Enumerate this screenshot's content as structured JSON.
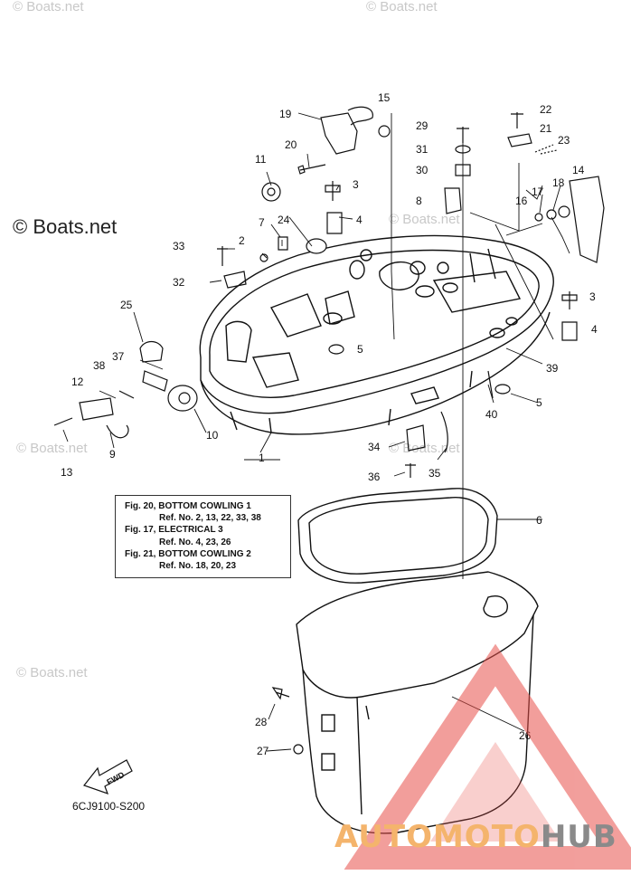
{
  "watermarks": {
    "main": "© Boats.net",
    "faint": "© Boats.net"
  },
  "callouts": [
    {
      "id": "c1",
      "text": "1"
    },
    {
      "id": "c2",
      "text": "2"
    },
    {
      "id": "c3a",
      "text": "3"
    },
    {
      "id": "c3b",
      "text": "3"
    },
    {
      "id": "c4a",
      "text": "4"
    },
    {
      "id": "c4b",
      "text": "4"
    },
    {
      "id": "c5a",
      "text": "5"
    },
    {
      "id": "c5b",
      "text": "5"
    },
    {
      "id": "c6",
      "text": "6"
    },
    {
      "id": "c7",
      "text": "7"
    },
    {
      "id": "c8",
      "text": "8"
    },
    {
      "id": "c9",
      "text": "9"
    },
    {
      "id": "c10",
      "text": "10"
    },
    {
      "id": "c11",
      "text": "11"
    },
    {
      "id": "c12",
      "text": "12"
    },
    {
      "id": "c13",
      "text": "13"
    },
    {
      "id": "c14",
      "text": "14"
    },
    {
      "id": "c15",
      "text": "15"
    },
    {
      "id": "c16",
      "text": "16"
    },
    {
      "id": "c17",
      "text": "17"
    },
    {
      "id": "c18",
      "text": "18"
    },
    {
      "id": "c19",
      "text": "19"
    },
    {
      "id": "c20",
      "text": "20"
    },
    {
      "id": "c21",
      "text": "21"
    },
    {
      "id": "c22",
      "text": "22"
    },
    {
      "id": "c23",
      "text": "23"
    },
    {
      "id": "c24",
      "text": "24"
    },
    {
      "id": "c25",
      "text": "25"
    },
    {
      "id": "c26",
      "text": "26"
    },
    {
      "id": "c27",
      "text": "27"
    },
    {
      "id": "c28",
      "text": "28"
    },
    {
      "id": "c29",
      "text": "29"
    },
    {
      "id": "c30",
      "text": "30"
    },
    {
      "id": "c31",
      "text": "31"
    },
    {
      "id": "c32",
      "text": "32"
    },
    {
      "id": "c33",
      "text": "33"
    },
    {
      "id": "c34",
      "text": "34"
    },
    {
      "id": "c35",
      "text": "35"
    },
    {
      "id": "c36",
      "text": "36"
    },
    {
      "id": "c37",
      "text": "37"
    },
    {
      "id": "c38",
      "text": "38"
    },
    {
      "id": "c39",
      "text": "39"
    },
    {
      "id": "c40",
      "text": "40"
    }
  ],
  "reference_box": {
    "lines": [
      {
        "kind": "fig",
        "text": "Fig. 20, BOTTOM COWLING 1"
      },
      {
        "kind": "ref",
        "text": "Ref. No. 2, 13, 22, 33, 38"
      },
      {
        "kind": "fig",
        "text": "Fig. 17, ELECTRICAL 3"
      },
      {
        "kind": "ref",
        "text": "Ref. No. 4, 23, 26"
      },
      {
        "kind": "fig",
        "text": "Fig. 21, BOTTOM COWLING 2"
      },
      {
        "kind": "ref",
        "text": "Ref. No. 18, 20, 23"
      }
    ]
  },
  "fwd_label": "FWD",
  "diagram_code": "6CJ9100-S200",
  "brand": {
    "part1": "AUTOMOTO",
    "part2": "HUB",
    "color1": "#f4b46c",
    "color2": "#8a8a8a",
    "logo_color": "#e8504a"
  }
}
